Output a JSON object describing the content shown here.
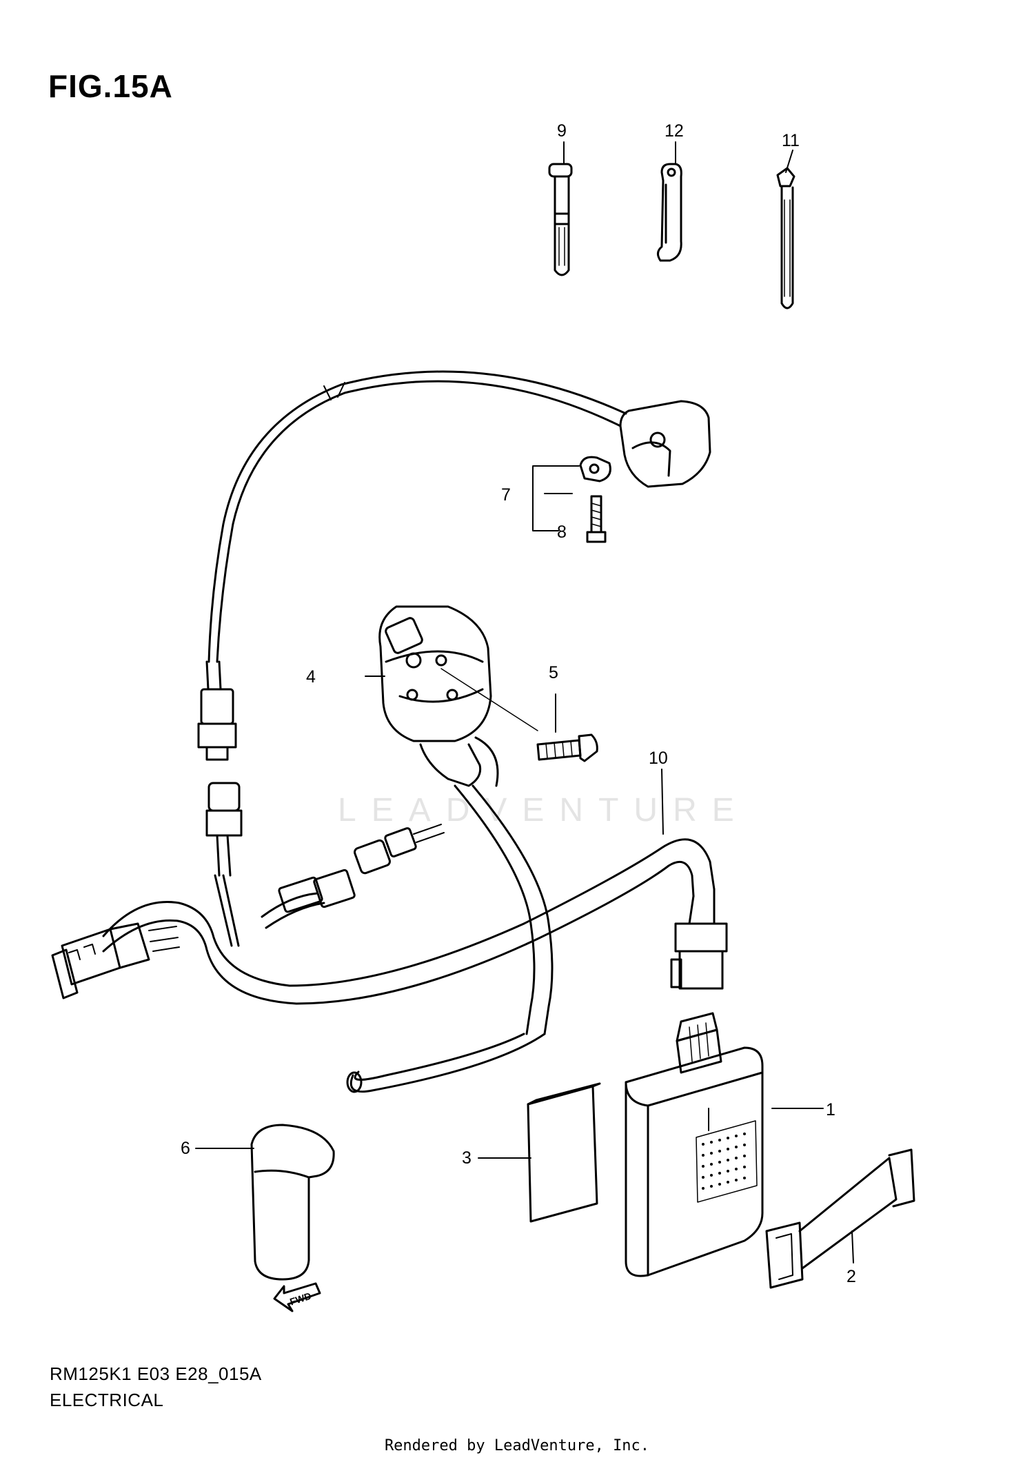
{
  "figure": {
    "title": "FIG.15A",
    "model_code": "RM125K1 E03 E28_015A",
    "section": "ELECTRICAL",
    "rendered_by": "Rendered by LeadVenture, Inc.",
    "watermark": "LEADVENTURE"
  },
  "callouts": [
    {
      "id": "1",
      "label": "1"
    },
    {
      "id": "2",
      "label": "2"
    },
    {
      "id": "3",
      "label": "3"
    },
    {
      "id": "4",
      "label": "4"
    },
    {
      "id": "5",
      "label": "5"
    },
    {
      "id": "6",
      "label": "6"
    },
    {
      "id": "7",
      "label": "7"
    },
    {
      "id": "8",
      "label": "8"
    },
    {
      "id": "9",
      "label": "9"
    },
    {
      "id": "10",
      "label": "10"
    },
    {
      "id": "11",
      "label": "11"
    },
    {
      "id": "12",
      "label": "12"
    }
  ],
  "fwd_label": "FWD"
}
